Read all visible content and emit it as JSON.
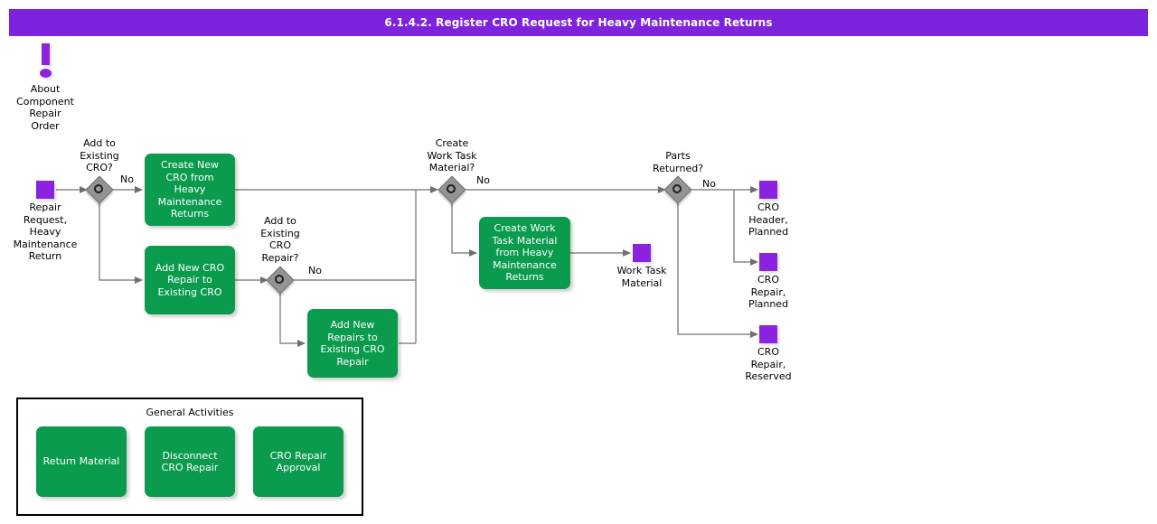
{
  "header": {
    "title": "6.1.4.2. Register CRO Request for Heavy Maintenance Returns",
    "bar_color": "#7d22dd"
  },
  "colors": {
    "task_green": "#0a9b4e",
    "event_purple": "#8a22e0",
    "gateway_grey": "#949494",
    "connector": "#6f6f6f",
    "text": "#000000",
    "task_text": "#ffffff"
  },
  "annotation": {
    "icon": "exclamation-icon",
    "label": "About\nComponent\nRepair\nOrder"
  },
  "events": [
    {
      "id": "start-repair-request",
      "label": "Repair\nRequest,\nHeavy\nMaintenance\nReturn",
      "type": "start"
    },
    {
      "id": "work-task-material",
      "label": "Work Task\nMaterial",
      "type": "intermediate"
    },
    {
      "id": "cro-header-planned",
      "label": "CRO\nHeader,\nPlanned",
      "type": "end"
    },
    {
      "id": "cro-repair-planned",
      "label": "CRO\nRepair,\nPlanned",
      "type": "end"
    },
    {
      "id": "cro-repair-reserved",
      "label": "CRO\nRepair,\nReserved",
      "type": "end"
    }
  ],
  "gateways": [
    {
      "id": "gw-add-existing-cro",
      "label": "Add to\nExisting\nCRO?",
      "branch_label": "No"
    },
    {
      "id": "gw-add-existing-cro-repair",
      "label": "Add to\nExisting\nCRO\nRepair?",
      "branch_label": "No"
    },
    {
      "id": "gw-create-work-task-material",
      "label": "Create\nWork Task\nMaterial?",
      "branch_label": "No"
    },
    {
      "id": "gw-parts-returned",
      "label": "Parts\nReturned?",
      "branch_label": "No"
    }
  ],
  "tasks": [
    {
      "id": "task-create-new-cro",
      "label": "Create New\nCRO from\nHeavy\nMaintenance\nReturns"
    },
    {
      "id": "task-add-new-cro-repair",
      "label": "Add New CRO\nRepair to\nExisting CRO"
    },
    {
      "id": "task-add-new-repairs",
      "label": "Add New\nRepairs to\nExisting CRO\nRepair"
    },
    {
      "id": "task-create-work-task-material",
      "label": "Create Work\nTask Material\nfrom Heavy\nMaintenance\nReturns"
    }
  ],
  "general_activities": {
    "title": "General Activities",
    "tasks": [
      {
        "id": "task-return-material",
        "label": "Return Material"
      },
      {
        "id": "task-disconnect-cro-repair",
        "label": "Disconnect CRO\nRepair"
      },
      {
        "id": "task-cro-repair-approval",
        "label": "CRO Repair\nApproval"
      }
    ]
  }
}
